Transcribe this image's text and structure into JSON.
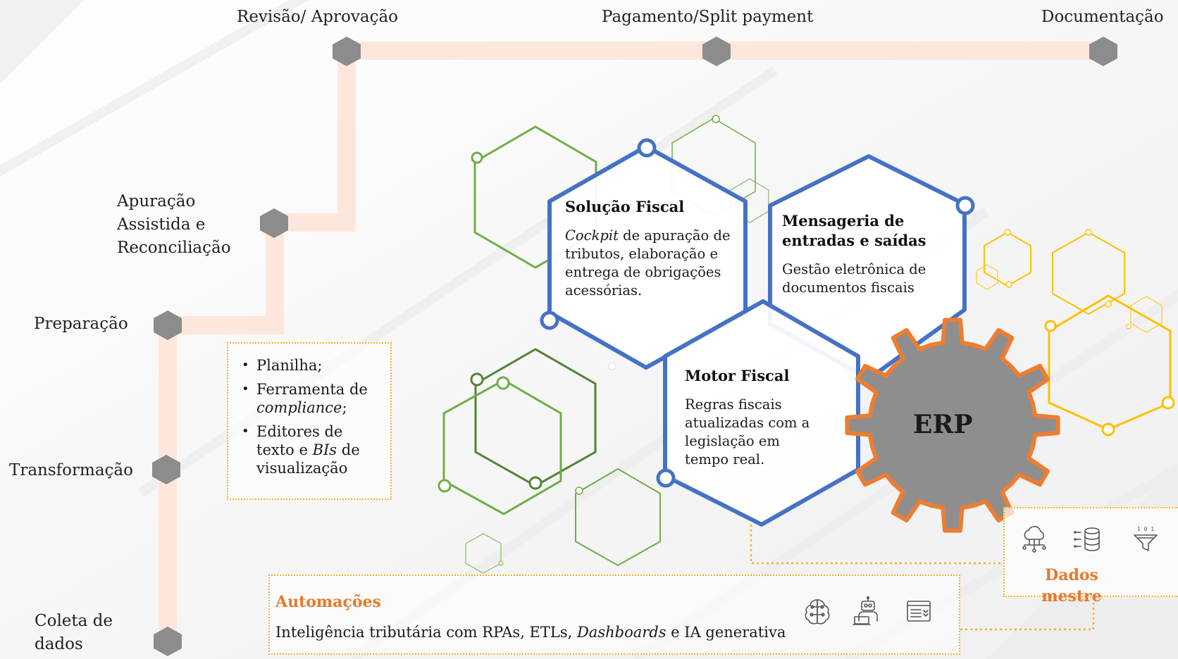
{
  "stages": {
    "revisao": "Revisão/ Aprovação",
    "pagamento": "Pagamento/Split payment",
    "documentacao": "Documentação",
    "apuracao": [
      "Apuração",
      "Assistida e",
      "Reconciliação"
    ],
    "preparacao": "Preparação",
    "transformacao": "Transformação",
    "coleta": [
      "Coleta de",
      "dados"
    ]
  },
  "tools": {
    "item1": "Planilha;",
    "item2_a": "Ferramenta de",
    "item2_b": "compliance",
    "item2_c": ";",
    "item3_a": "Editores de",
    "item3_b": "texto e ",
    "item3_c": "BIs",
    "item3_d": " de",
    "item3_e": "visualização"
  },
  "hexagons": {
    "solucao": {
      "title": "Solução Fiscal",
      "body_em": "Cockpit",
      "body_1": " de apuração de",
      "body_2": "tributos, elaboração e",
      "body_3": "entrega de obrigações",
      "body_4": "acessórias."
    },
    "mensageria": {
      "title_1": "Mensageria de",
      "title_2": "entradas e saídas",
      "body_1": "Gestão eletrônica de",
      "body_2": "documentos fiscais"
    },
    "motor": {
      "title": "Motor Fiscal",
      "body_1": "Regras fiscais",
      "body_2": "atualizadas com a",
      "body_3": "legislação em",
      "body_4": "tempo real."
    }
  },
  "erp": "ERP",
  "automacoes": {
    "title": "Automações",
    "body_1": "Inteligência tributária com RPAs, ETLs, ",
    "body_em": "Dashboards",
    "body_2": " e IA generativa",
    "icons": [
      "ai-brain-icon",
      "robot-laptop-icon",
      "dashboard-icon"
    ]
  },
  "dados_mestre": {
    "line_1": "Dados",
    "line_2": "mestre",
    "icons": [
      "cloud-network-icon",
      "database-icon",
      "data-filter-icon"
    ]
  },
  "colors": {
    "path": "#fde7dc",
    "node": "#8c8c8c",
    "blue": "#4472c4",
    "green": "#70ad47",
    "dark_green": "#548235",
    "yellow": "#ffc000",
    "orange": "#ed7d31",
    "gear": "#8e8e8e",
    "dotted": "#f0b429"
  }
}
